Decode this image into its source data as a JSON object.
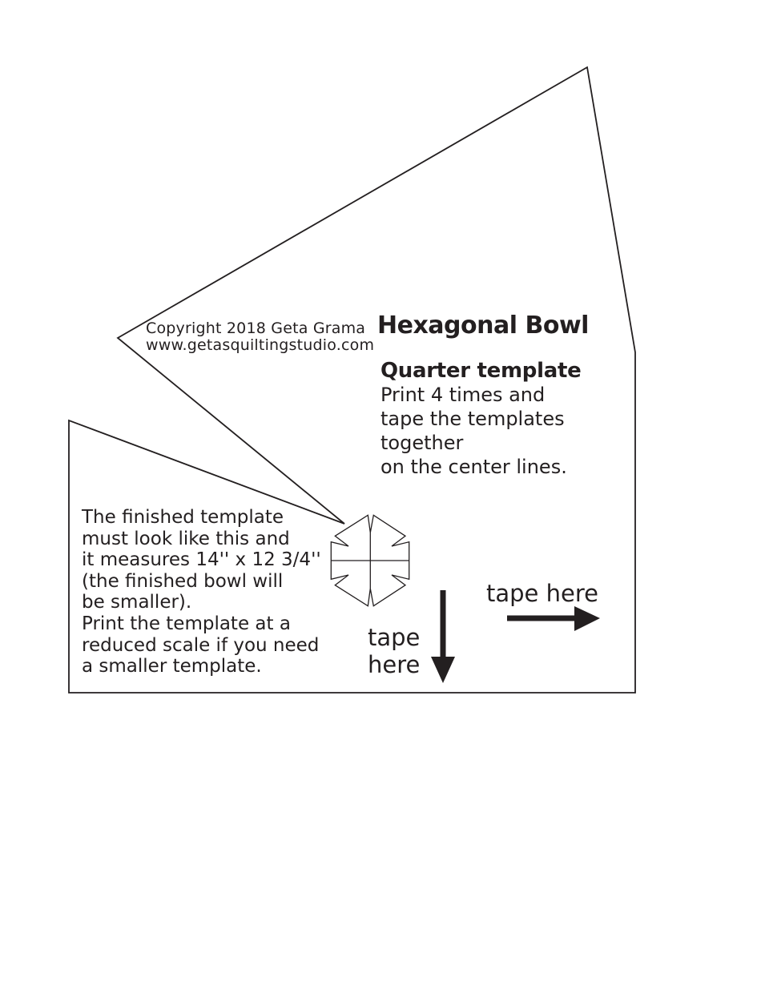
{
  "page": {
    "background_color": "#ffffff",
    "ink_color": "#231f20"
  },
  "copyright": {
    "line1": "Copyright 2018 Geta Grama",
    "line2": "www.getasquiltingstudio.com"
  },
  "title": "Hexagonal Bowl",
  "instructions": {
    "heading": "Quarter template",
    "lines": [
      "Print 4 times and",
      "tape the templates",
      "together",
      "on the center lines."
    ]
  },
  "note": {
    "lines": [
      "The finished template",
      "must look like this and",
      "it measures 14'' x 12 3/4''",
      "(the finished bowl will",
      "be smaller).",
      "Print the template at a",
      "reduced scale if you need",
      "a smaller template."
    ]
  },
  "tape_labels": {
    "bottom": {
      "line1": "tape",
      "line2": "here"
    },
    "right": "tape here"
  },
  "icons": {
    "down_arrow": "down-arrow",
    "right_arrow": "right-arrow"
  }
}
